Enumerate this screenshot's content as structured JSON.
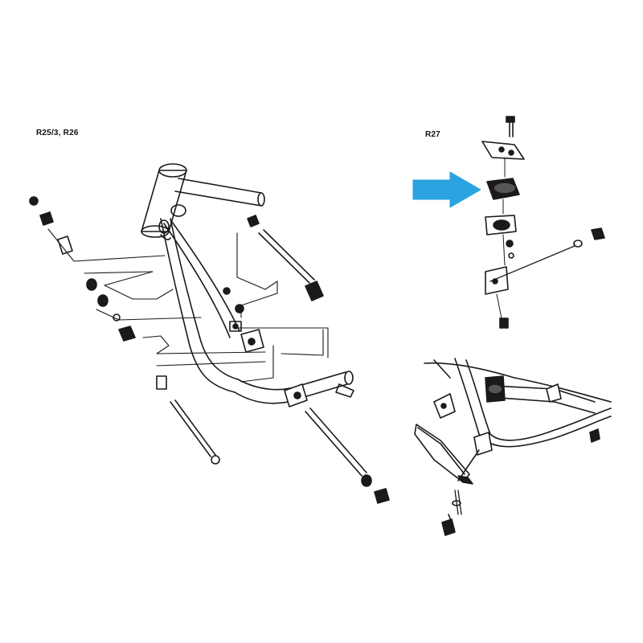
{
  "diagram": {
    "left_model_label": "R25/3, R26",
    "right_model_label": "R27",
    "colors": {
      "ink": "#1a1a1a",
      "paper": "#ffffff",
      "arrow": "#2aa3e0"
    },
    "highlight": {
      "icon": "arrow-right-icon",
      "target": "rubber-mount"
    }
  }
}
